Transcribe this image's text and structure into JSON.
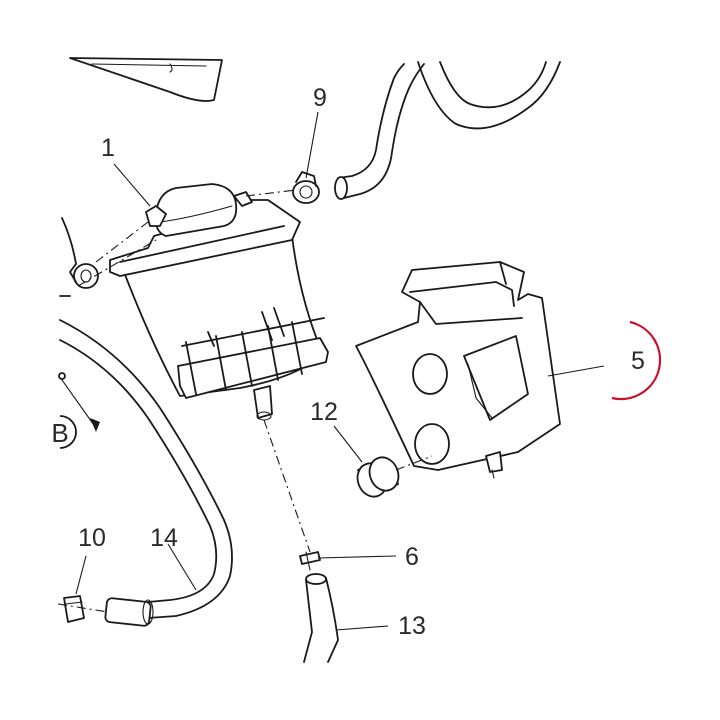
{
  "diagram": {
    "highlight_color": "#c8102e",
    "line_color": "#1a1a1a",
    "callouts": [
      {
        "id": "c1",
        "label": "1"
      },
      {
        "id": "c9",
        "label": "9"
      },
      {
        "id": "c5",
        "label": "5",
        "highlighted": true
      },
      {
        "id": "c12",
        "label": "12"
      },
      {
        "id": "c6",
        "label": "6"
      },
      {
        "id": "c10",
        "label": "10"
      },
      {
        "id": "c14",
        "label": "14"
      },
      {
        "id": "c13",
        "label": "13"
      }
    ],
    "view_marker": {
      "label": "B"
    }
  }
}
